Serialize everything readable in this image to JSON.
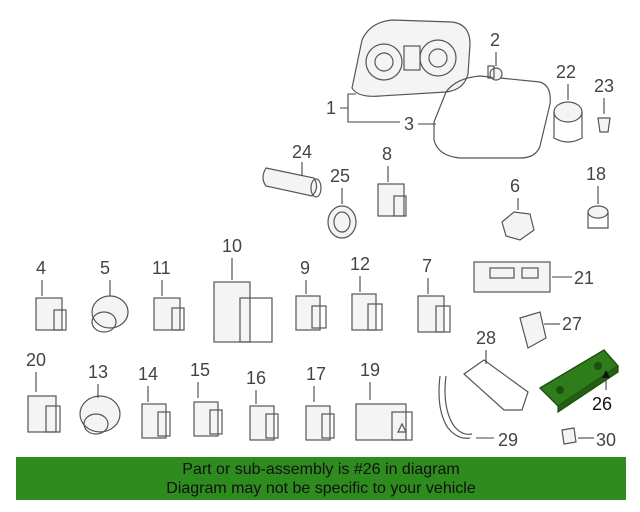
{
  "callouts": [
    {
      "id": "1",
      "label": "1"
    },
    {
      "id": "2",
      "label": "2"
    },
    {
      "id": "3",
      "label": "3"
    },
    {
      "id": "4",
      "label": "4"
    },
    {
      "id": "5",
      "label": "5"
    },
    {
      "id": "6",
      "label": "6"
    },
    {
      "id": "7",
      "label": "7"
    },
    {
      "id": "8",
      "label": "8"
    },
    {
      "id": "9",
      "label": "9"
    },
    {
      "id": "10",
      "label": "10"
    },
    {
      "id": "11",
      "label": "11"
    },
    {
      "id": "12",
      "label": "12"
    },
    {
      "id": "13",
      "label": "13"
    },
    {
      "id": "14",
      "label": "14"
    },
    {
      "id": "15",
      "label": "15"
    },
    {
      "id": "16",
      "label": "16"
    },
    {
      "id": "17",
      "label": "17"
    },
    {
      "id": "18",
      "label": "18"
    },
    {
      "id": "19",
      "label": "19"
    },
    {
      "id": "20",
      "label": "20"
    },
    {
      "id": "21",
      "label": "21"
    },
    {
      "id": "22",
      "label": "22"
    },
    {
      "id": "23",
      "label": "23"
    },
    {
      "id": "24",
      "label": "24"
    },
    {
      "id": "25",
      "label": "25"
    },
    {
      "id": "26",
      "label": "26"
    },
    {
      "id": "27",
      "label": "27"
    },
    {
      "id": "28",
      "label": "28"
    },
    {
      "id": "29",
      "label": "29"
    },
    {
      "id": "30",
      "label": "30"
    }
  ],
  "highlight": {
    "part": "26",
    "color": "#2e7d1a"
  },
  "banner": {
    "line1": "Part or sub-assembly is #26 in diagram",
    "line2": "Diagram may not be specific to your vehicle",
    "background": "#2e8b1e"
  }
}
